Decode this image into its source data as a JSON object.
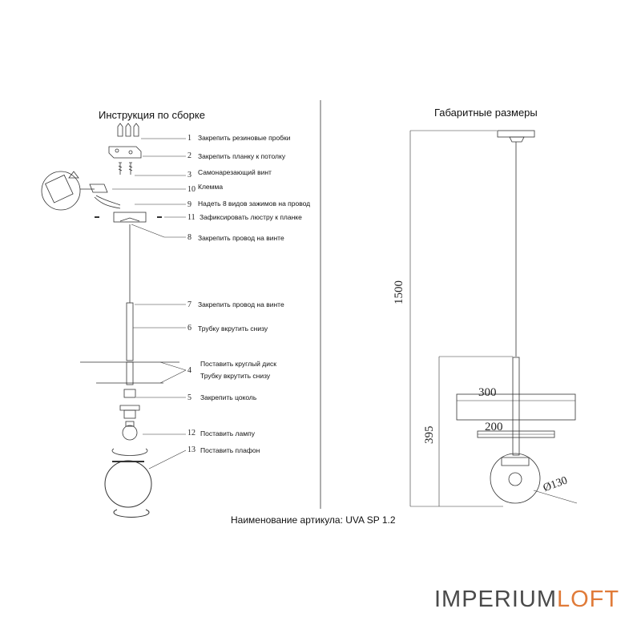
{
  "assembly": {
    "title": "Инструкция по сборке",
    "steps": [
      {
        "num": "1",
        "text": "Закрепить резиновые пробки"
      },
      {
        "num": "2",
        "text": "Закрепить планку к потолку"
      },
      {
        "num": "3",
        "text": "Самонарезающий винт"
      },
      {
        "num": "10",
        "text": "Клемма"
      },
      {
        "num": "9",
        "text": "Надеть 8 видов зажимов на провод"
      },
      {
        "num": "11",
        "text": "Зафиксировать люстру к планке"
      },
      {
        "num": "8",
        "text": "Закрепить провод на винте"
      },
      {
        "num": "7",
        "text": "Закрепить провод на винте"
      },
      {
        "num": "6",
        "text": "Трубку вкрутить снизу"
      },
      {
        "num": "4",
        "text": "Поставить круглый диск"
      },
      {
        "num": "",
        "text": "Трубку вкрутить снизу"
      },
      {
        "num": "5",
        "text": "Закрепить цоколь"
      },
      {
        "num": "12",
        "text": "Поставить лампу"
      },
      {
        "num": "13",
        "text": "Поставить плафон"
      }
    ]
  },
  "dimensions": {
    "title": "Габаритные размеры",
    "total_height": "1500",
    "lower_height": "395",
    "disc_large": "300",
    "disc_small": "200",
    "globe": "Ø130"
  },
  "article": "Наименование артикула: UVA SP 1.2",
  "brand": {
    "part1": "IMPERIUM",
    "part2": "LOFT",
    "accent_color": "#e07b39"
  }
}
